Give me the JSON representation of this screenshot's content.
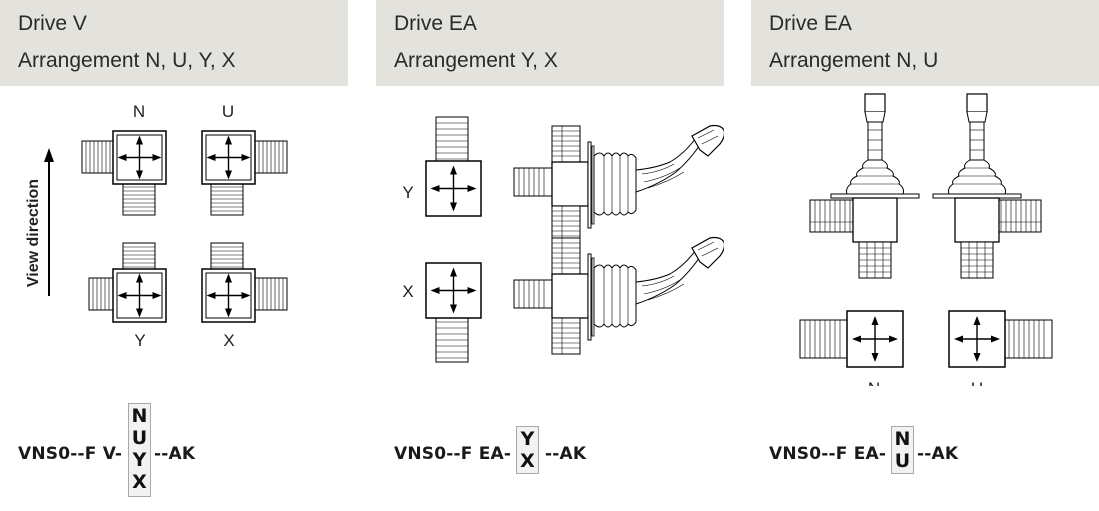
{
  "panels": [
    {
      "title": "Drive V",
      "subtitle": "Arrangement N, U, Y, X",
      "diagram_labels": [
        "N",
        "U",
        "Y",
        "X"
      ],
      "view_direction": "View direction",
      "code_prefix": "VNS0--F  V-",
      "code_options": [
        "N",
        "U",
        "Y",
        "X"
      ],
      "code_suffix": "--AK"
    },
    {
      "title": "Drive EA",
      "subtitle": "Arrangement Y, X",
      "diagram_labels": [
        "Y",
        "X"
      ],
      "code_prefix": "VNS0--F  EA-",
      "code_options": [
        "Y",
        "X"
      ],
      "code_suffix": "--AK"
    },
    {
      "title": "Drive EA",
      "subtitle": "Arrangement N, U",
      "diagram_labels": [
        "N",
        "U"
      ],
      "code_prefix": "VNS0--F  EA-",
      "code_options": [
        "N",
        "U"
      ],
      "code_suffix": "--AK"
    }
  ]
}
